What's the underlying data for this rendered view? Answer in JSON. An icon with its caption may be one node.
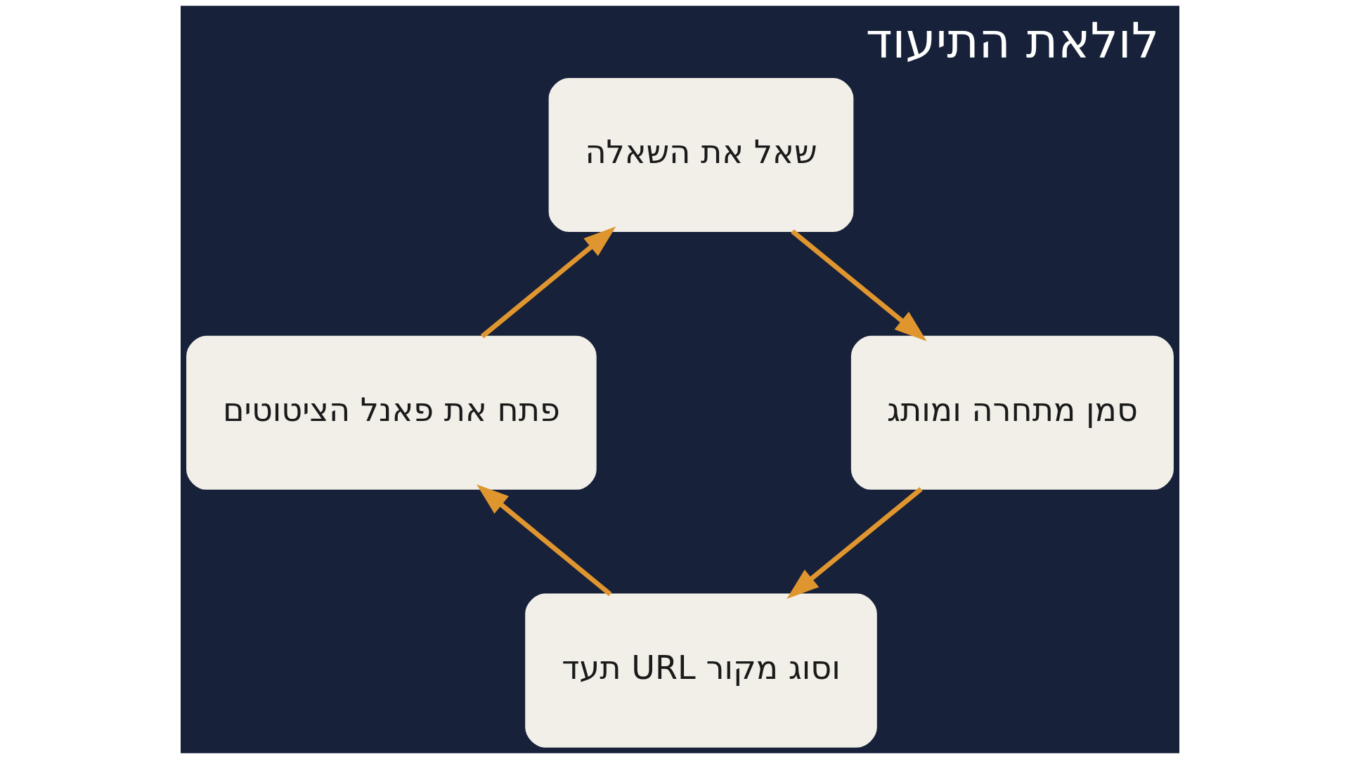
{
  "diagram": {
    "title": "לולאת התיעוד",
    "nodes": [
      {
        "text": [
          "שאל את השאלה"
        ]
      },
      {
        "text": [
          "סמן מתחרה ומותג"
        ]
      },
      {
        "text": [
          "תעד URL וסוג מקור"
        ]
      },
      {
        "text": [
          "פתח את פאנל הציטוטים"
        ]
      }
    ],
    "edges": [
      {
        "from": 0,
        "to": 1,
        "arrow": "to"
      },
      {
        "from": 1,
        "to": 2,
        "arrow": "to"
      },
      {
        "from": 2,
        "to": 3,
        "arrow": "to"
      },
      {
        "from": 3,
        "to": 0,
        "arrow": "to"
      }
    ]
  }
}
